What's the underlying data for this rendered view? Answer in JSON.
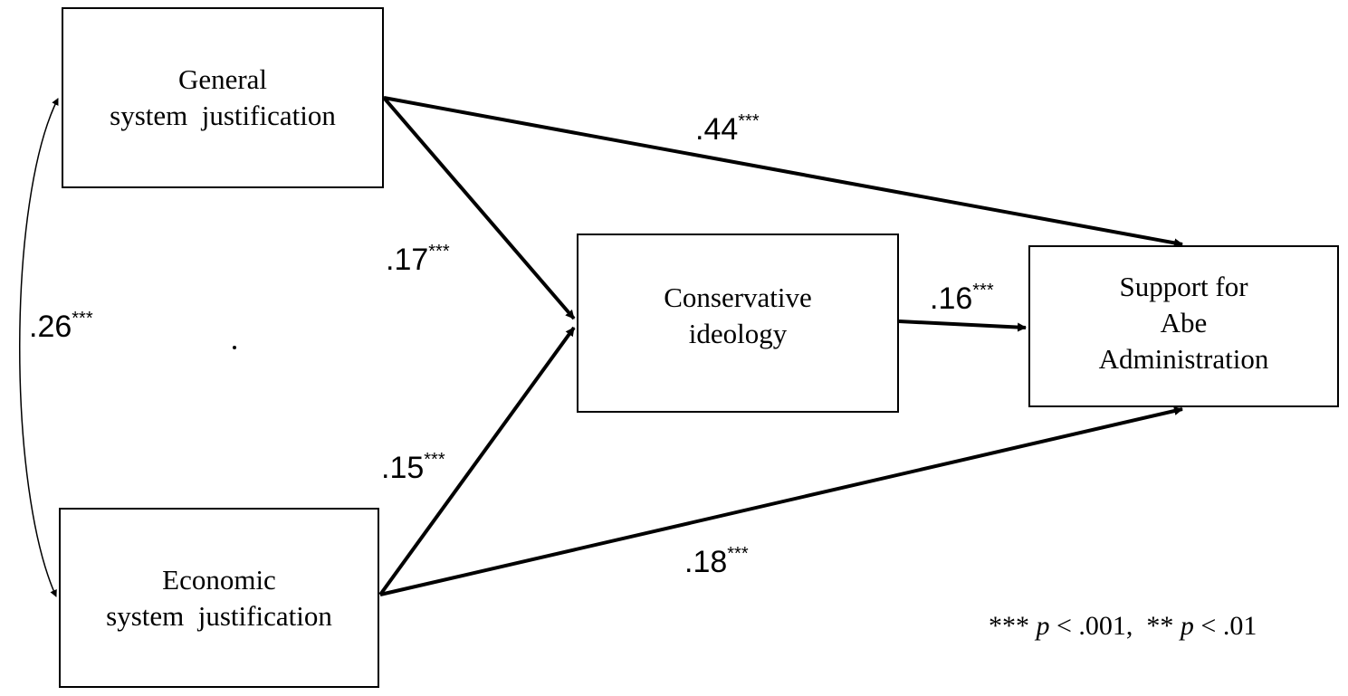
{
  "boxes": {
    "general": [
      "General",
      "system  justification"
    ],
    "economic": [
      "Economic",
      "system  justification"
    ],
    "conservative": [
      "Conservative",
      "ideology"
    ],
    "support": [
      "Support for",
      "Abe",
      "Administration"
    ]
  },
  "paths": {
    "general_to_support": {
      "value": ".44",
      "stars": "***"
    },
    "general_to_conservative": {
      "value": ".17",
      "stars": "***"
    },
    "conservative_to_support": {
      "value": ".16",
      "stars": "***"
    },
    "general_economic_correlation": {
      "value": ".26",
      "stars": "***"
    },
    "economic_to_conservative": {
      "value": ".15",
      "stars": "***"
    },
    "economic_to_support": {
      "value": ".18",
      "stars": "***"
    }
  },
  "legend": {
    "stars3": "***",
    "p1": "p",
    "thr1": " < .001,  ",
    "stars2": "**",
    "p2": "p",
    "thr2": " < .01"
  }
}
